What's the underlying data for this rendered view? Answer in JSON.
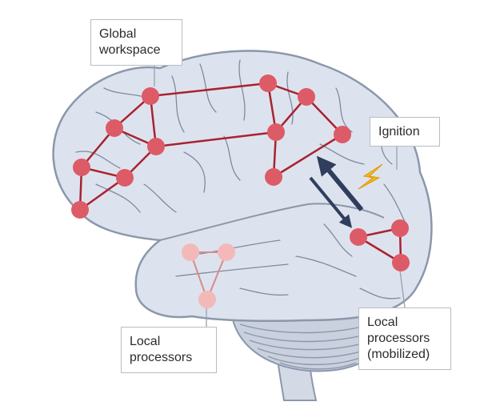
{
  "labels": {
    "global_workspace": [
      "Global",
      "workspace"
    ],
    "ignition": [
      "Ignition"
    ],
    "local_processors": [
      "Local",
      "processors"
    ],
    "local_processors_mobilized": [
      "Local",
      "processors",
      "(mobilized)"
    ]
  },
  "colors": {
    "brain_fill": "#dde3ee",
    "brain_outline": "#8c97ab",
    "sulcus": "#7f8aa0",
    "cerebellum_fill": "#c9d1de",
    "workspace_node": "#dd5b67",
    "workspace_edge": "#a8232f",
    "local_node": "#f3b9b8",
    "local_edge": "#d88a8a",
    "arrow_up": "#2f3e5c",
    "arrow_down": "#2f3e5c",
    "bolt": "#f2b81b",
    "callout_border": "#b9bcc4"
  },
  "icons": {
    "ignition": "lightning-bolt-icon"
  }
}
